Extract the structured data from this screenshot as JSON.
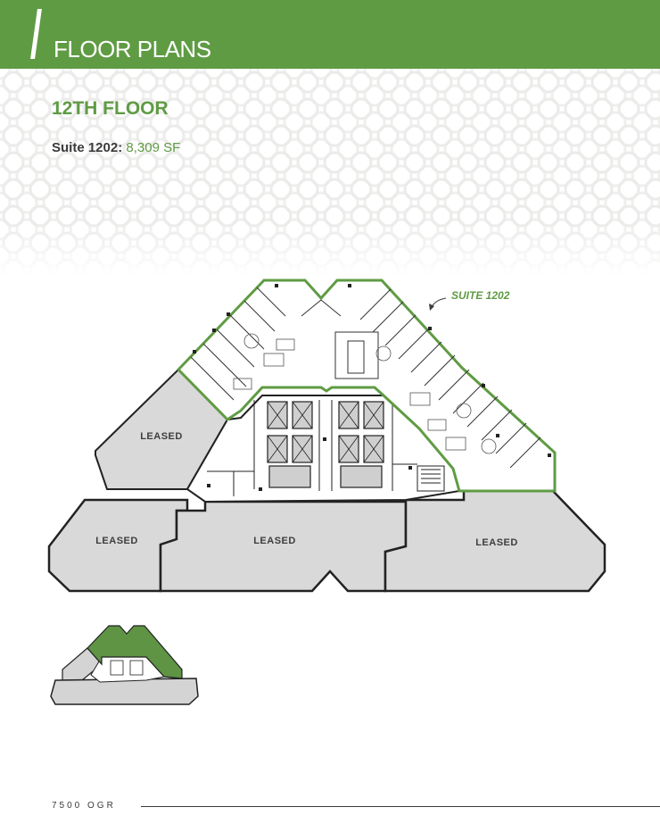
{
  "header": {
    "title": "FLOOR PLANS"
  },
  "floor": {
    "heading": "12TH FLOOR",
    "suite_label": "Suite 1202:",
    "suite_area": "8,309 SF"
  },
  "plan": {
    "callout": "SUITE 1202",
    "leased_labels": [
      "LEASED",
      "LEASED",
      "LEASED",
      "LEASED"
    ]
  },
  "footer": {
    "label": "7500 OGR"
  },
  "colors": {
    "brand_green": "#5f9b43",
    "leased_gray": "#d9d9d9",
    "key_suite_green": "#5e9444"
  }
}
